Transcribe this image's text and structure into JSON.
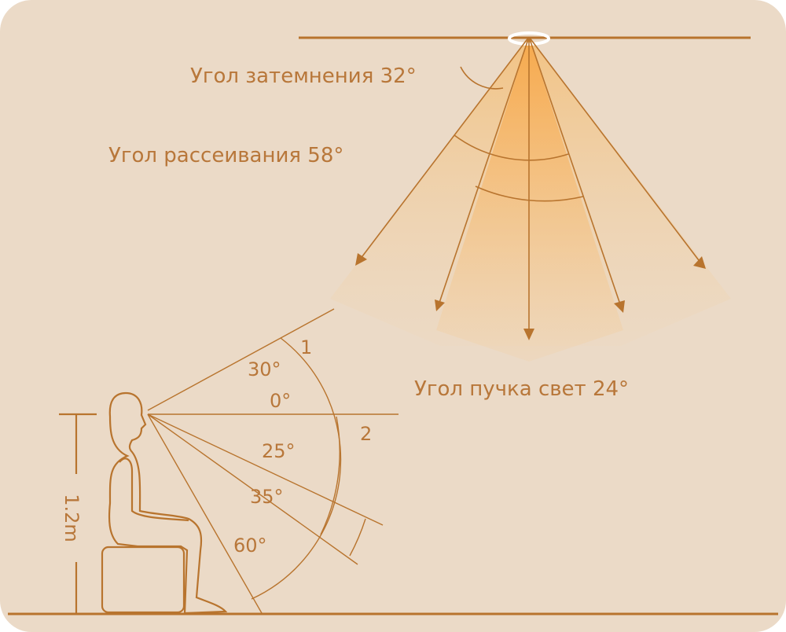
{
  "labels": {
    "cutoff_angle": "Угол затемнения 32°",
    "spread_angle": "Угол рассеивания 58°",
    "beam_angle": "Угол пучка свет 24°",
    "zone_1": "1",
    "zone_2": "2",
    "angle_30": "30°",
    "angle_0": "0°",
    "angle_25": "25°",
    "angle_35": "35°",
    "angle_60": "60°",
    "height": "1.2m"
  },
  "colors": {
    "background": "#ebdac7",
    "line": "#b8742e",
    "light": "#f5b25a"
  }
}
